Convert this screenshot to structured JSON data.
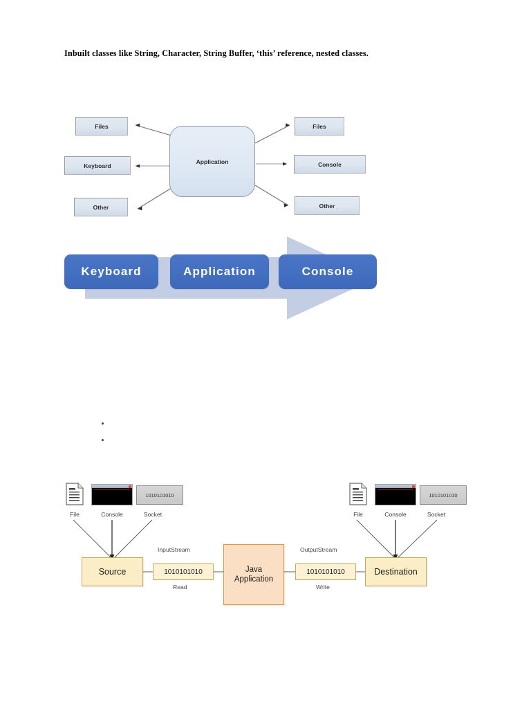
{
  "document": {
    "heading": "Inbuilt classes like String, Character, String Buffer, ‘this’ reference, nested classes."
  },
  "figure_app_io": {
    "center_label": "Application",
    "inputs": [
      {
        "label": "Files"
      },
      {
        "label": "Keyboard"
      },
      {
        "label": "Other"
      }
    ],
    "outputs": [
      {
        "label": "Files"
      },
      {
        "label": "Console"
      },
      {
        "label": "Other"
      }
    ]
  },
  "figure_flow_arrow": {
    "arrow_fill": "#c3cde4",
    "chip_color": "#4470c2",
    "chips": [
      {
        "label": "Keyboard"
      },
      {
        "label": "Application"
      },
      {
        "label": "Console"
      }
    ]
  },
  "bullets": [
    {
      "text": ""
    },
    {
      "text": ""
    }
  ],
  "figure_stream_pipeline": {
    "source_icons": [
      {
        "name": "file-icon",
        "caption": "File"
      },
      {
        "name": "console-icon",
        "caption": "Console"
      },
      {
        "name": "socket-icon",
        "caption": "Socket",
        "bits": "1010101010"
      }
    ],
    "destination_icons": [
      {
        "name": "file-icon",
        "caption": "File"
      },
      {
        "name": "console-icon",
        "caption": "Console"
      },
      {
        "name": "socket-icon",
        "caption": "Socket",
        "bits": "1010101010"
      }
    ],
    "source_box": "Source",
    "destination_box": "Destination",
    "app_box_line1": "Java",
    "app_box_line2": "Application",
    "input_stream": {
      "title": "InputStream",
      "bits": "1010101010",
      "operation": "Read"
    },
    "output_stream": {
      "title": "OutputStream",
      "bits": "1010101010",
      "operation": "Write"
    },
    "colors": {
      "source_fill": "#fbeec6",
      "app_fill": "#fbdfc4",
      "bits_fill": "#fdf3d4",
      "socket_fill": "#cfcfcf"
    }
  }
}
